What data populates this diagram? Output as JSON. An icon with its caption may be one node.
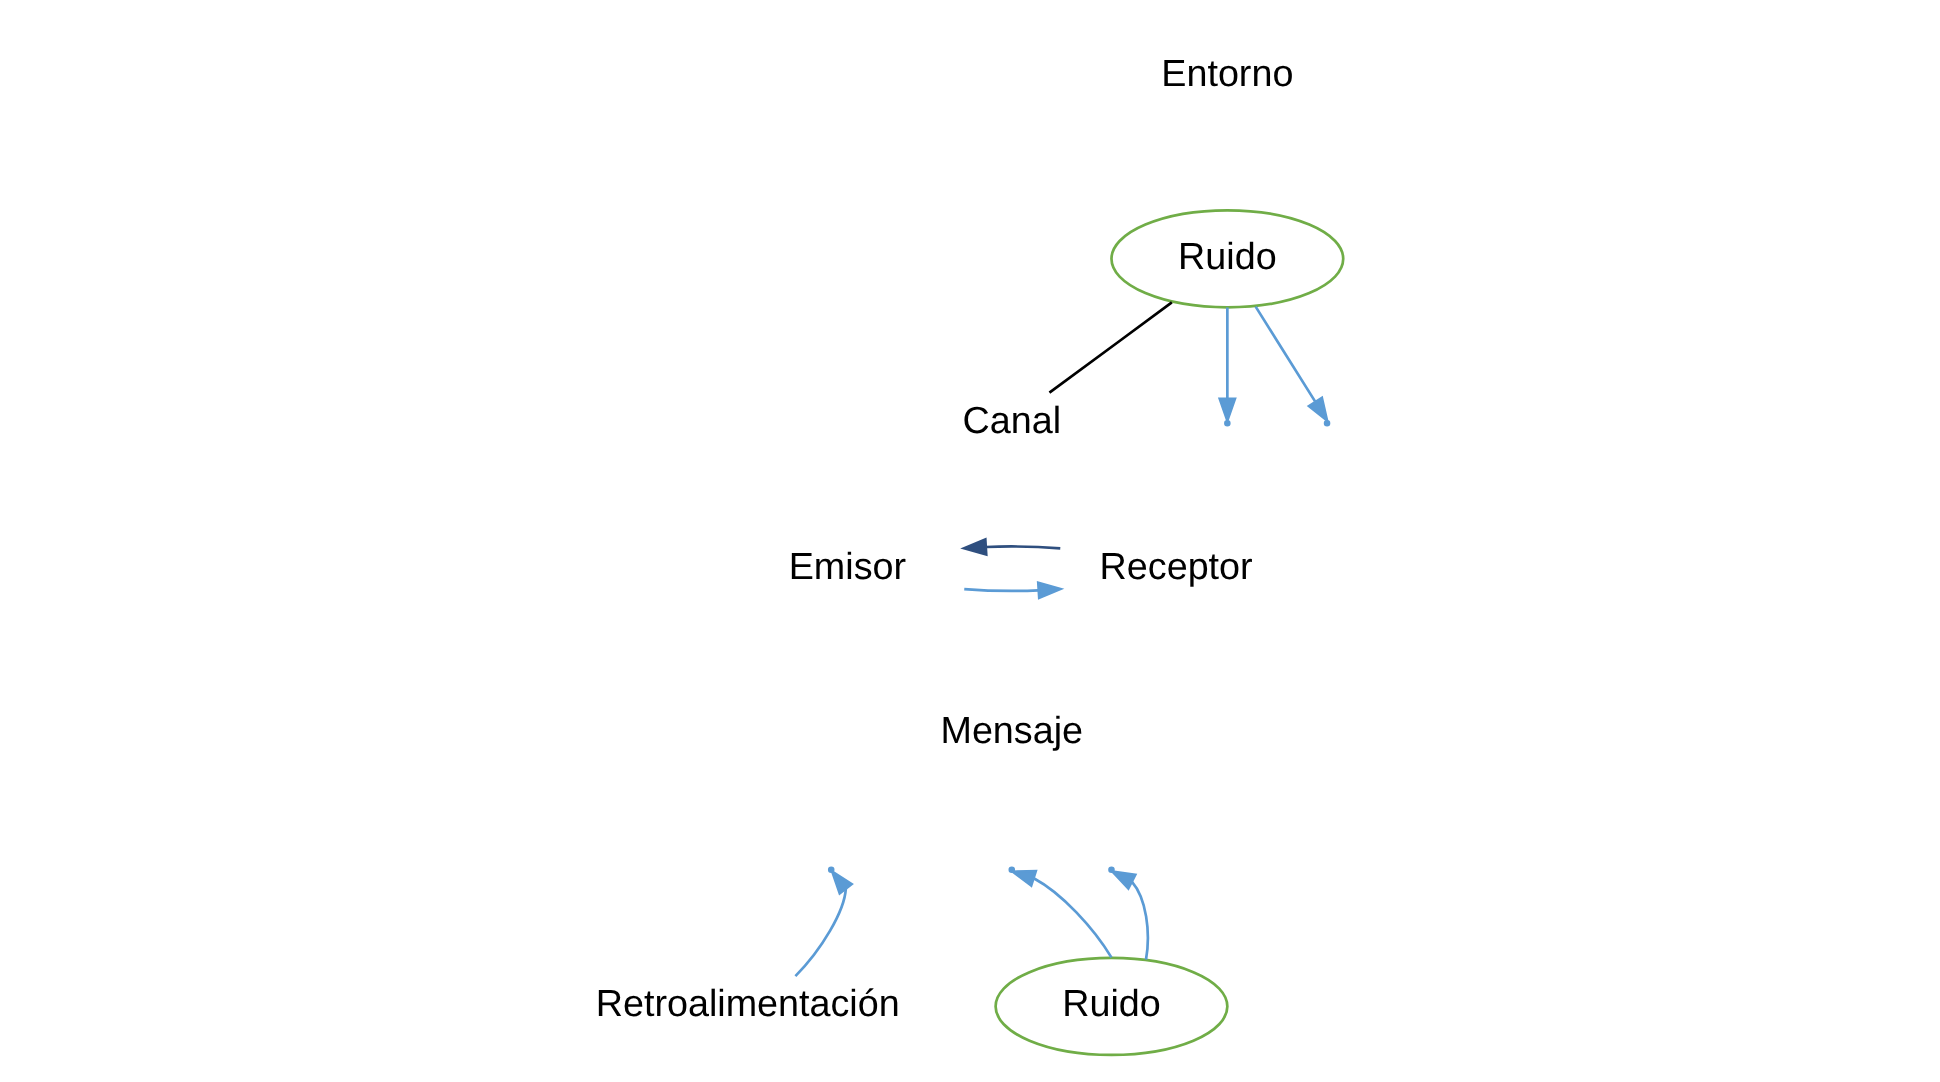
{
  "diagram": {
    "nodes": [
      {
        "text": [
          "Ruido"
        ]
      },
      {
        "text": [
          "Canal"
        ]
      },
      {
        "text": [
          "Emisor"
        ]
      },
      {
        "text": [
          "Receptor"
        ]
      },
      {
        "text": [
          "Retroalimentación"
        ]
      },
      {
        "text": [
          "Ruido"
        ]
      }
    ],
    "edges": [
      {
        "from": 0,
        "to": 1,
        "arrow": "none",
        "color": "#000000"
      },
      {
        "from": 0,
        "to": null,
        "arrow": "to"
      },
      {
        "from": 0,
        "to": null,
        "arrow": "to"
      },
      {
        "from": 2,
        "to": 3,
        "arrow": "to"
      },
      {
        "from": 3,
        "to": 2,
        "arrow": "to",
        "color": "#2f4f7f"
      },
      {
        "from": 4,
        "to": null,
        "arrow": "to"
      },
      {
        "from": 5,
        "to": null,
        "arrow": "to"
      },
      {
        "from": 5,
        "to": null,
        "arrow": "to"
      }
    ],
    "labels": [
      "Entorno",
      "Mensaje"
    ]
  }
}
